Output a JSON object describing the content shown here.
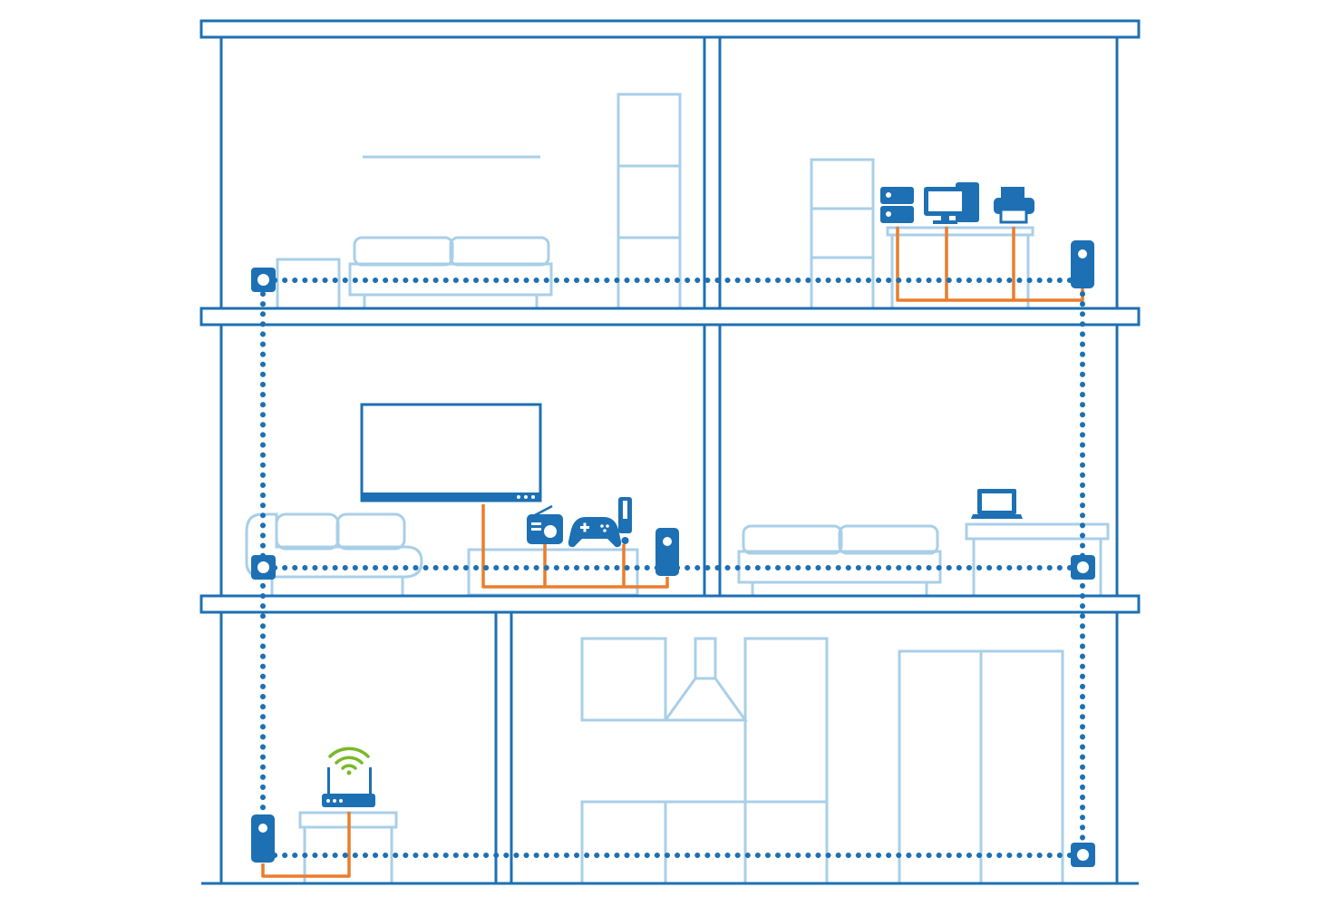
{
  "diagram": {
    "kind": "powerline-home-network",
    "floors": [
      "top",
      "middle",
      "ground"
    ],
    "colors": {
      "structure": "#1d70b3",
      "furniture": "#a9cfe8",
      "device": "#1d70b3",
      "ethernet": "#ea7d2b",
      "powerline": "#1d70b3",
      "wifi": "#7ab929"
    },
    "adapters": [
      {
        "id": "adapter-top-left",
        "type": "socket"
      },
      {
        "id": "adapter-top-right",
        "type": "plug"
      },
      {
        "id": "adapter-mid-left",
        "type": "socket"
      },
      {
        "id": "adapter-mid-center",
        "type": "plug"
      },
      {
        "id": "adapter-mid-right",
        "type": "socket"
      },
      {
        "id": "adapter-ground-left",
        "type": "plug"
      },
      {
        "id": "adapter-ground-right",
        "type": "socket"
      }
    ],
    "devices": [
      {
        "id": "server-icon",
        "room": "top-right",
        "connection": "ethernet"
      },
      {
        "id": "desktop-pc-icon",
        "room": "top-right",
        "connection": "ethernet"
      },
      {
        "id": "printer-icon",
        "room": "top-right",
        "connection": "ethernet"
      },
      {
        "id": "tv-icon",
        "room": "middle-left",
        "connection": "ethernet"
      },
      {
        "id": "radio-icon",
        "room": "middle-left",
        "connection": "ethernet"
      },
      {
        "id": "gamepad-icon",
        "room": "middle-left",
        "connection": "ethernet"
      },
      {
        "id": "laptop-icon",
        "room": "middle-right",
        "connection": "powerline-adapter"
      },
      {
        "id": "router-icon",
        "room": "ground-left",
        "connection": "ethernet"
      },
      {
        "id": "wifi-icon",
        "room": "ground-left",
        "connection": "wireless"
      }
    ]
  }
}
